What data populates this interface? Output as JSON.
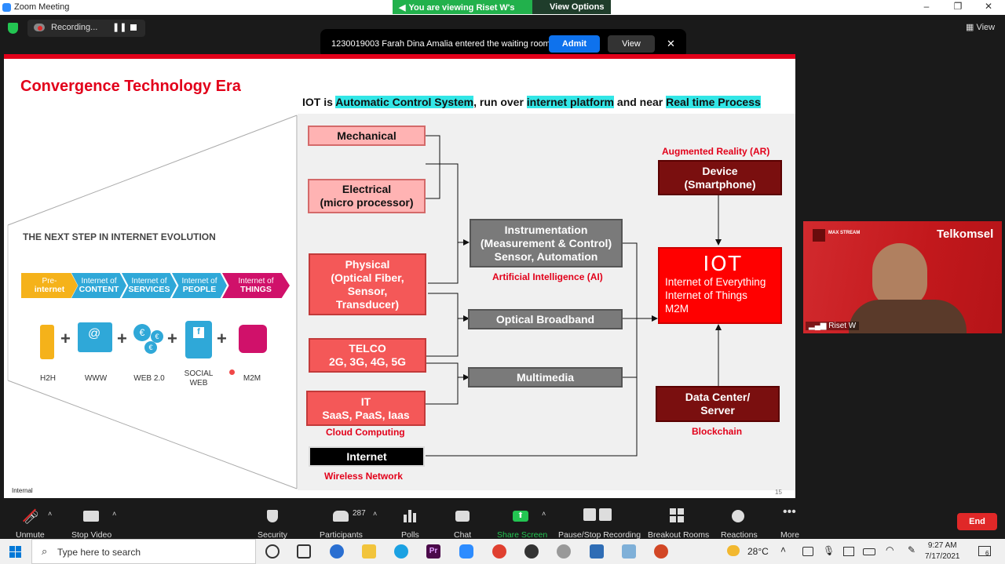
{
  "window": {
    "title": "Zoom Meeting"
  },
  "banner": {
    "viewing": "You are viewing Riset W's screen",
    "view_options": "View Options"
  },
  "recording": {
    "label": "Recording..."
  },
  "notification": {
    "message": "1230019003 Farah Dina Amalia entered the waiting room",
    "admit": "Admit",
    "view": "View",
    "close": "✕"
  },
  "view_button": "View",
  "slide": {
    "title": "Convergence Technology Era",
    "iot_prefix": "IOT is ",
    "iot_hl1": "Automatic Control System",
    "iot_mid1": ", run over ",
    "iot_hl2": "internet platform",
    "iot_mid2": " and near ",
    "iot_hl3": "Real time Process",
    "evolution_title": "THE NEXT STEP IN INTERNET EVOLUTION",
    "chevrons": [
      {
        "top": "Pre-",
        "bottom": "internet",
        "color": "#f5b21a"
      },
      {
        "top": "Internet of",
        "bottom": "CONTENT",
        "color": "#2fa8d8"
      },
      {
        "top": "Internet of",
        "bottom": "SERVICES",
        "color": "#2fa8d8"
      },
      {
        "top": "Internet of",
        "bottom": "PEOPLE",
        "color": "#2fa8d8"
      },
      {
        "top": "Internet of",
        "bottom": "THINGS",
        "color": "#d0116a"
      }
    ],
    "icon_labels": [
      "H2H",
      "WWW",
      "WEB 2.0",
      "SOCIAL WEB",
      "M2M"
    ],
    "social_web_l1": "SOCIAL",
    "social_web_l2": "WEB",
    "boxes": {
      "mechanical": "Mechanical",
      "electrical_l1": "Electrical",
      "electrical_l2": "(micro processor)",
      "physical_l1": "Physical",
      "physical_l2": "(Optical Fiber,",
      "physical_l3": "Sensor,",
      "physical_l4": "Transducer)",
      "telco_l1": "TELCO",
      "telco_l2": "2G, 3G, 4G, 5G",
      "it_l1": "IT",
      "it_l2": "SaaS, PaaS, Iaas",
      "internet": "Internet",
      "instr_l1": "Instrumentation",
      "instr_l2": "(Measurement & Control)",
      "instr_l3": "Sensor, Automation",
      "optical": "Optical Broadband",
      "multimedia": "Multimedia",
      "device_l1": "Device",
      "device_l2": "(Smartphone)",
      "iot_big": "IOT",
      "iot_l1": "Internet of Everything",
      "iot_l2": "Internet of Things",
      "iot_l3": "M2M",
      "datacenter_l1": "Data Center/",
      "datacenter_l2": "Server"
    },
    "labels": {
      "cloud": "Cloud Computing",
      "wireless": "Wireless Network",
      "ai": "Artificial Intelligence (AI)",
      "ar": "Augmented Reality (AR)",
      "blockchain": "Blockchain"
    },
    "footer_internal": "Internal",
    "page_number": "15"
  },
  "video": {
    "brand": "Telkomsel",
    "sub_brand": "MAX STREAM",
    "name": "Riset W"
  },
  "toolbar": {
    "unmute": "Unmute",
    "stop_video": "Stop Video",
    "security": "Security",
    "participants": "Participants",
    "participants_count": "287",
    "polls": "Polls",
    "chat": "Chat",
    "share_screen": "Share Screen",
    "pause_recording": "Pause/Stop Recording",
    "breakout": "Breakout Rooms",
    "reactions": "Reactions",
    "more": "More",
    "end": "End"
  },
  "taskbar": {
    "search_placeholder": "Type here to search",
    "temperature": "28°C",
    "time": "9:27 AM",
    "date": "7/17/2021",
    "notifications": "6"
  }
}
